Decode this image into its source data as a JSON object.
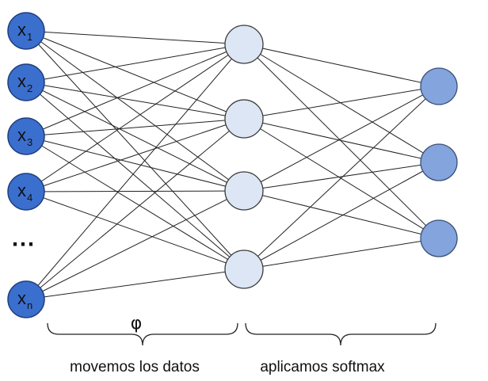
{
  "inputs": [
    {
      "main": "x",
      "sub": "1"
    },
    {
      "main": "x",
      "sub": "2"
    },
    {
      "main": "x",
      "sub": "3"
    },
    {
      "main": "x",
      "sub": "4"
    },
    {
      "main": "x",
      "sub": "n"
    }
  ],
  "ellipsis": "⋯",
  "hidden_count": 4,
  "output_count": 3,
  "phi": "φ",
  "caption_left": "movemos los datos",
  "caption_right": "aplicamos softmax",
  "colors": {
    "input_fill": "#3b6fce",
    "hidden_fill": "#dce6f4",
    "output_fill": "#83a4dc"
  }
}
